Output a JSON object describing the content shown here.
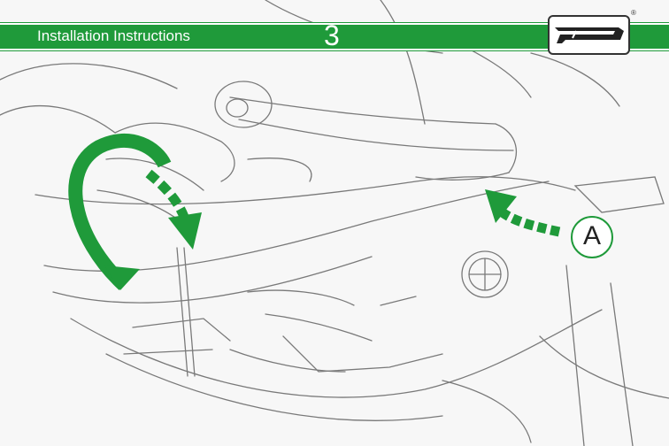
{
  "header": {
    "title": "Installation Instructions",
    "step_number": "3",
    "bar_color": "#1f9a3a"
  },
  "logo": {
    "mark": "ep",
    "registered_symbol": "®"
  },
  "callout": {
    "letter": "A"
  },
  "colors": {
    "accent_green": "#1f9a3a",
    "sketch_line": "#555555"
  },
  "icons": {
    "rotate_arrow": "curved-rotation-arrow-icon",
    "down_arrow": "dashed-down-arrow-icon",
    "callout_arrow": "dashed-curved-arrow-icon"
  }
}
